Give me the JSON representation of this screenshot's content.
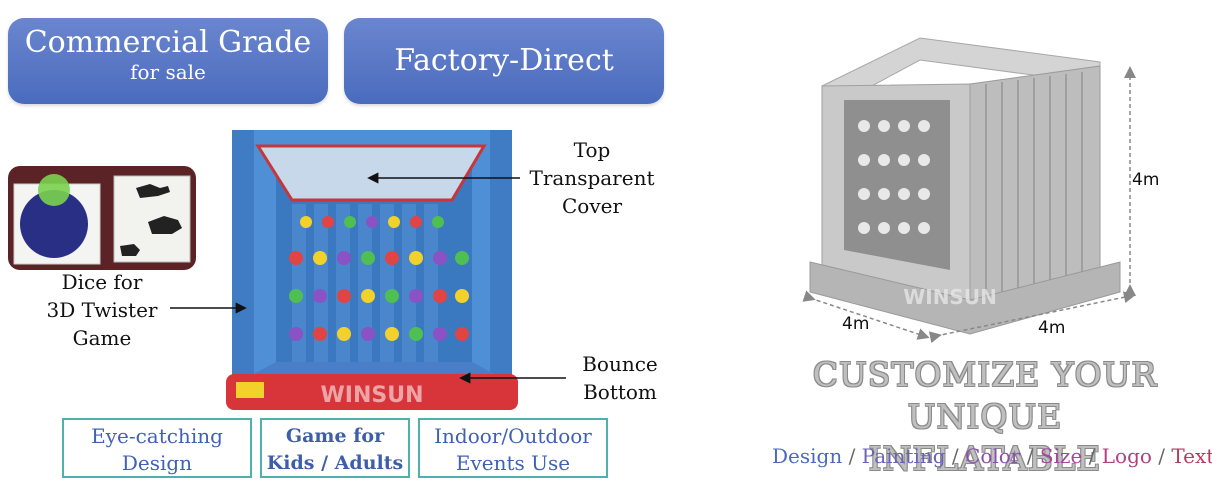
{
  "badges": {
    "commercial": {
      "title": "Commercial Grade",
      "subtitle": "for sale"
    },
    "factory": {
      "title": "Factory-Direct"
    }
  },
  "callouts": {
    "top_cover": [
      "Top",
      "Transparent",
      "Cover"
    ],
    "dice": [
      "Dice for",
      "3D Twister",
      "Game"
    ],
    "bounce": [
      "Bounce",
      "Bottom"
    ]
  },
  "features": [
    {
      "lines": [
        "Eye-catching",
        "Design"
      ]
    },
    {
      "lines": [
        "Game for",
        "Kids / Adults"
      ]
    },
    {
      "lines": [
        "Indoor/Outdoor",
        "Events Use"
      ]
    }
  ],
  "watermark": "WINSUN",
  "dimensions": {
    "height": "4m",
    "width": "4m",
    "depth": "4m"
  },
  "headline": {
    "line1": "CUSTOMIZE YOUR UNIQUE",
    "line2": "INFLATABLE"
  },
  "options": {
    "separator": " / ",
    "items": [
      {
        "label": "Design",
        "color": "#4a6bbd"
      },
      {
        "label": "Painting",
        "color": "#6a63b8"
      },
      {
        "label": "Color",
        "color": "#8d4fae"
      },
      {
        "label": "Size",
        "color": "#a3479d"
      },
      {
        "label": "Logo",
        "color": "#b0407f"
      },
      {
        "label": "Text",
        "color": "#b73a5f"
      }
    ]
  },
  "colors": {
    "badge_blue": "#5676c4",
    "feature_border": "#4fb1ae",
    "inflatable_blue": "#4f8fd6",
    "inflatable_red": "#d8353a"
  }
}
